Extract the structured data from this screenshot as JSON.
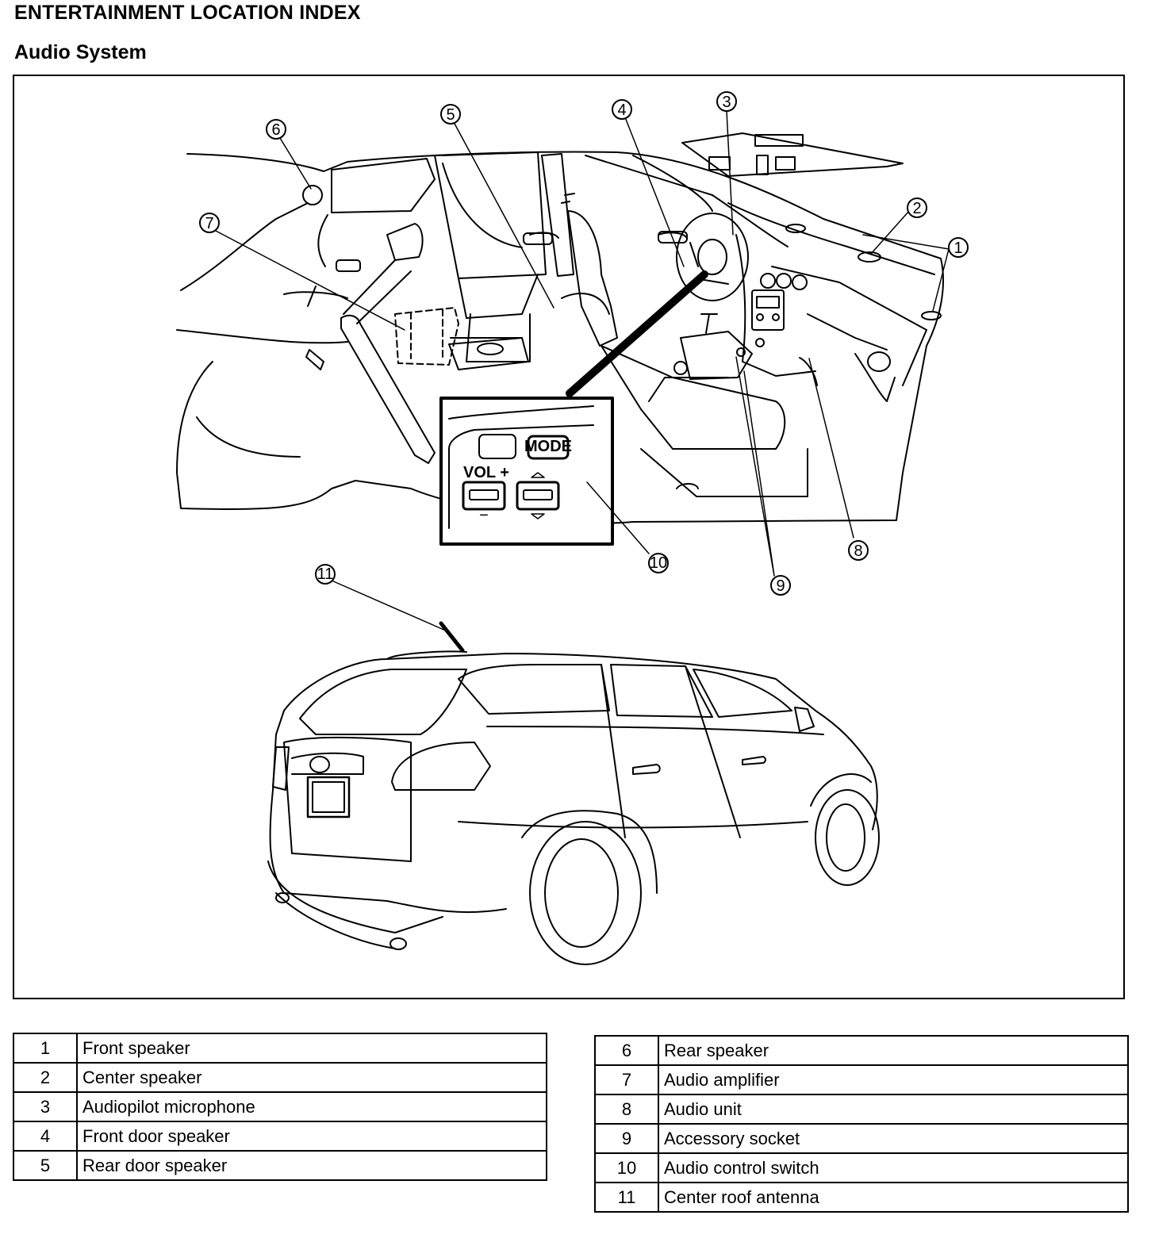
{
  "header": {
    "title": "ENTERTAINMENT LOCATION INDEX",
    "subtitle": "Audio System"
  },
  "figure": {
    "switch_labels": {
      "mode": "MODE",
      "vol": "VOL +",
      "minus": "−"
    },
    "callouts": [
      "1",
      "2",
      "3",
      "4",
      "5",
      "6",
      "7",
      "8",
      "9",
      "10",
      "11"
    ]
  },
  "legend": {
    "left": [
      {
        "num": "1",
        "name": "Front speaker"
      },
      {
        "num": "2",
        "name": "Center speaker"
      },
      {
        "num": "3",
        "name": "Audiopilot microphone"
      },
      {
        "num": "4",
        "name": "Front door speaker"
      },
      {
        "num": "5",
        "name": "Rear door speaker"
      }
    ],
    "right": [
      {
        "num": "6",
        "name": "Rear speaker"
      },
      {
        "num": "7",
        "name": "Audio amplifier"
      },
      {
        "num": "8",
        "name": "Audio unit"
      },
      {
        "num": "9",
        "name": "Accessory socket"
      },
      {
        "num": "10",
        "name": "Audio control switch"
      },
      {
        "num": "11",
        "name": "Center roof antenna"
      }
    ]
  }
}
